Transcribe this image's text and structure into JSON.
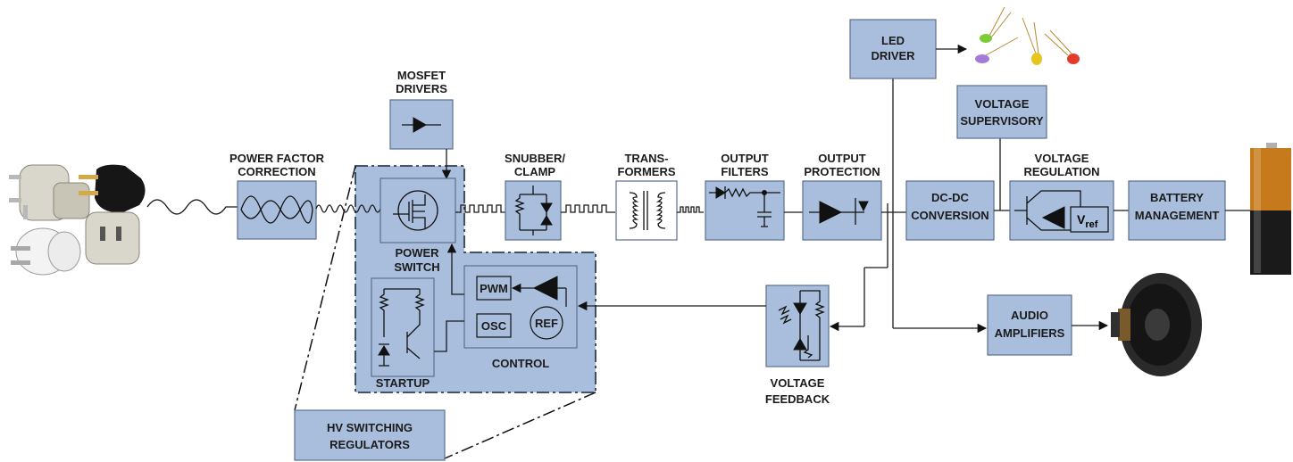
{
  "blocks": {
    "power_factor": [
      "POWER FACTOR",
      "CORRECTION"
    ],
    "mosfet_drivers": [
      "MOSFET",
      "DRIVERS"
    ],
    "snubber": [
      "SNUBBER/",
      "CLAMP"
    ],
    "transformers": [
      "TRANS-",
      "FORMERS"
    ],
    "output_filters": [
      "OUTPUT",
      "FILTERS"
    ],
    "output_protection": [
      "OUTPUT",
      "PROTECTION"
    ],
    "led_driver": [
      "LED",
      "DRIVER"
    ],
    "voltage_supervisory": [
      "VOLTAGE",
      "SUPERVISORY"
    ],
    "dc_dc": [
      "DC-DC",
      "CONVERSION"
    ],
    "voltage_regulation": [
      "VOLTAGE",
      "REGULATION"
    ],
    "vref_main": "V",
    "vref_sub": "ref",
    "battery": [
      "BATTERY",
      "MANAGEMENT"
    ],
    "power_switch": [
      "POWER",
      "SWITCH"
    ],
    "pwm": "PWM",
    "osc": "OSC",
    "ref": "REF",
    "control": "CONTROL",
    "startup": "STARTUP",
    "voltage_feedback": [
      "VOLTAGE",
      "FEEDBACK"
    ],
    "audio": [
      "AUDIO",
      "AMPLIFIERS"
    ],
    "hv_switching": [
      "HV SWITCHING",
      "REGULATORS"
    ]
  }
}
